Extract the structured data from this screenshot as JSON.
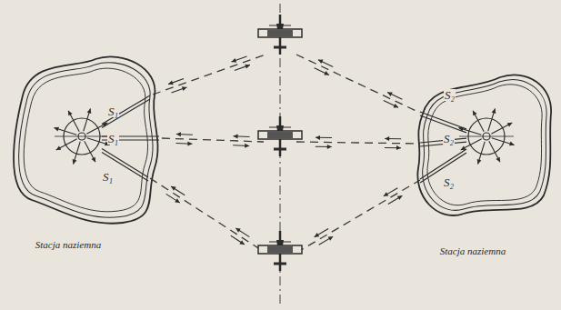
{
  "diagram": {
    "nodes": [
      {
        "text": [
          "Stacja naziemna"
        ]
      },
      {
        "text": [
          "Stacja naziemna"
        ]
      }
    ],
    "labels": [
      "S₁",
      "S₁",
      "S₁",
      "S₂",
      "S₂",
      "S₂"
    ]
  }
}
